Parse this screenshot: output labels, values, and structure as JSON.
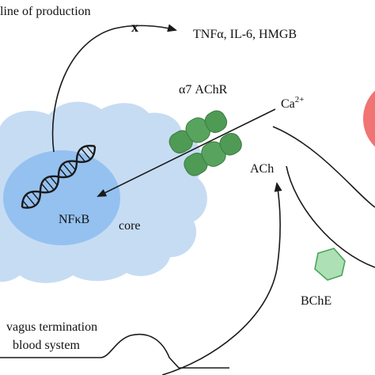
{
  "labels": {
    "decline": "line of production",
    "inhibit_mark": "x",
    "cytokines": "TNFα, IL-6, HMGB",
    "receptor": "α7 AChR",
    "calcium": "Ca",
    "calcium_charge": "2+",
    "ach": "ACh",
    "nfkb": "NFκB",
    "core": "core",
    "bche": "BChE",
    "vagus": "vagus termination",
    "blood": "blood system"
  },
  "colors": {
    "cell": "#c6dcf3",
    "nucleus": "#94c1f0",
    "receptor": "#4f9a55",
    "receptor_edge": "#3a7d40",
    "bche_fill": "#aee0b6",
    "bche_edge": "#47a55a",
    "red_cell": "#f07474",
    "line": "#1a1a1a"
  },
  "icons": {
    "dna": "dna-helix-icon",
    "receptor": "ion-channel-icon",
    "enzyme": "enzyme-hexagon-icon"
  }
}
